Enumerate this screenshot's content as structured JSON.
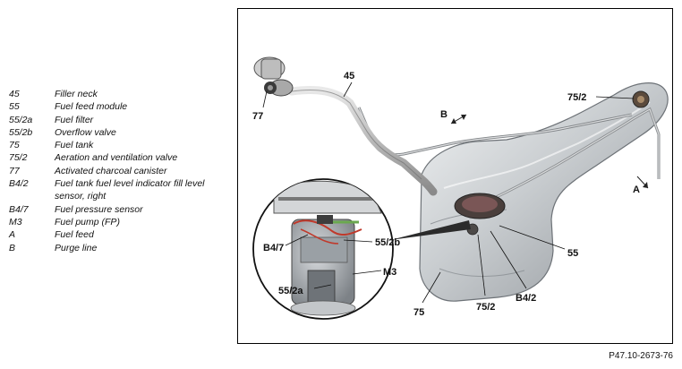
{
  "legend": [
    {
      "key": "45",
      "desc": "Filler neck"
    },
    {
      "key": "55",
      "desc": "Fuel feed module"
    },
    {
      "key": "55/2a",
      "desc": "Fuel filter"
    },
    {
      "key": "55/2b",
      "desc": "Overflow valve"
    },
    {
      "key": "75",
      "desc": "Fuel tank"
    },
    {
      "key": "75/2",
      "desc": "Aeration and ventilation valve"
    },
    {
      "key": "77",
      "desc": "Activated charcoal canister"
    },
    {
      "key": "B4/2",
      "desc": "Fuel tank fuel level indicator fill level sensor, right"
    },
    {
      "key": "B4/7",
      "desc": "Fuel pressure sensor"
    },
    {
      "key": "M3",
      "desc": "Fuel pump (FP)"
    },
    {
      "key": "A",
      "desc": "Fuel feed"
    },
    {
      "key": "B",
      "desc": "Purge line"
    }
  ],
  "callouts": {
    "c45": "45",
    "c77": "77",
    "c75_2_top": "75/2",
    "cB": "B",
    "cA": "A",
    "c55": "55",
    "c75_2_bottom": "75/2",
    "cB4_2": "B4/2",
    "c75": "75",
    "cB4_7": "B4/7",
    "c55_2b": "55/2b",
    "cM3": "M3",
    "c55_2a": "55/2a"
  },
  "figure_ref": "P47.10-2673-76"
}
